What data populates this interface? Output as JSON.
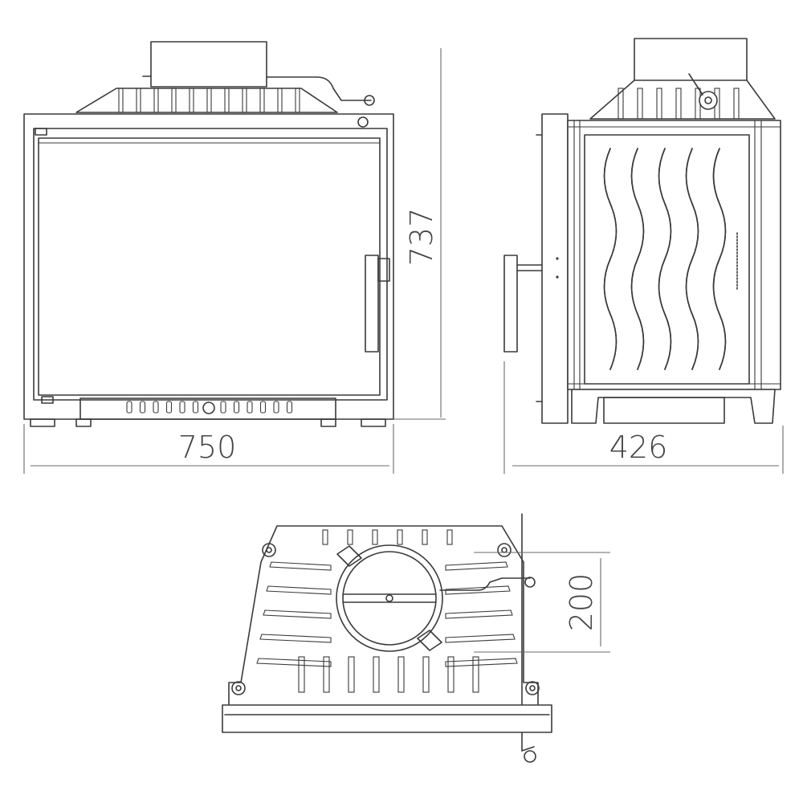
{
  "dimensions": {
    "width": "750",
    "height": "737",
    "depth": "426",
    "flue": "200"
  },
  "views": {
    "front": {
      "fin_count": 11,
      "door_vent_slots": 12
    },
    "side": {
      "wave_count": 5
    },
    "top": {
      "top_fin_count": 6,
      "bottom_fin_count": 8,
      "side_fin_count": 5
    }
  },
  "colors": {
    "line": "#3a3a3a",
    "dimension": "#6a6a6a",
    "text": "#444444"
  }
}
